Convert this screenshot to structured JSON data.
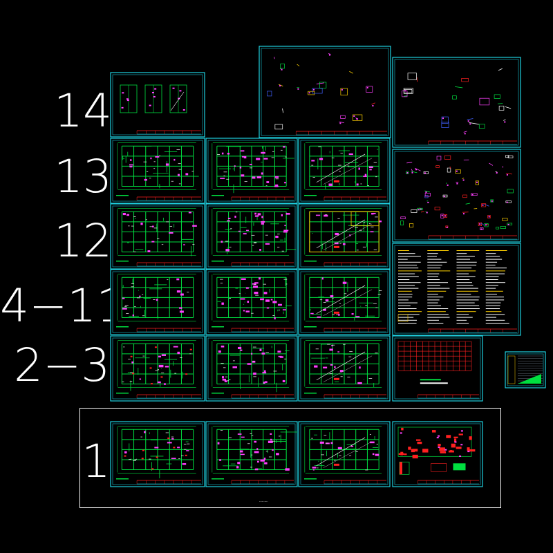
{
  "row_labels": {
    "r14": "14",
    "r13": "13",
    "r12": "12",
    "r4_11": "4−11",
    "r2_3": "2−3",
    "r1": "1"
  },
  "colors": {
    "background": "#000000",
    "frame": "#1fd0e0",
    "wall": "#00e040",
    "beam": "#ff40ff",
    "accent_red": "#ff2020",
    "accent_yellow": "#ffd000",
    "text": "#ffffff"
  },
  "caption": "··········"
}
